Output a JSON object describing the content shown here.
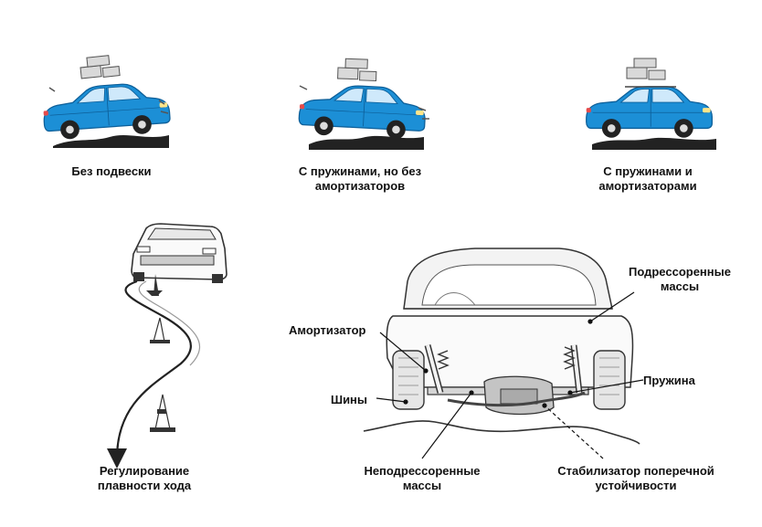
{
  "colors": {
    "car_body": "#1c8fd6",
    "car_dark": "#0d5f99",
    "ink": "#1a1a1a",
    "line": "#333333"
  },
  "top_row": [
    {
      "line1": "Без подвески",
      "line2": ""
    },
    {
      "line1": "С пружинами, но без",
      "line2": "амортизаторов"
    },
    {
      "line1": "С пружинами и",
      "line2": "амортизаторами"
    }
  ],
  "handling": {
    "line1": "Регулирование",
    "line2": "плавности хода"
  },
  "suspension": {
    "sprung": {
      "line1": "Подрессоренные",
      "line2": "массы"
    },
    "shock": "Амортизатор",
    "tires": "Шины",
    "spring": "Пружина",
    "unsprung": {
      "line1": "Неподрессоренные",
      "line2": "массы"
    },
    "stabilizer": {
      "line1": "Стабилизатор поперечной",
      "line2": "устойчивости"
    }
  }
}
